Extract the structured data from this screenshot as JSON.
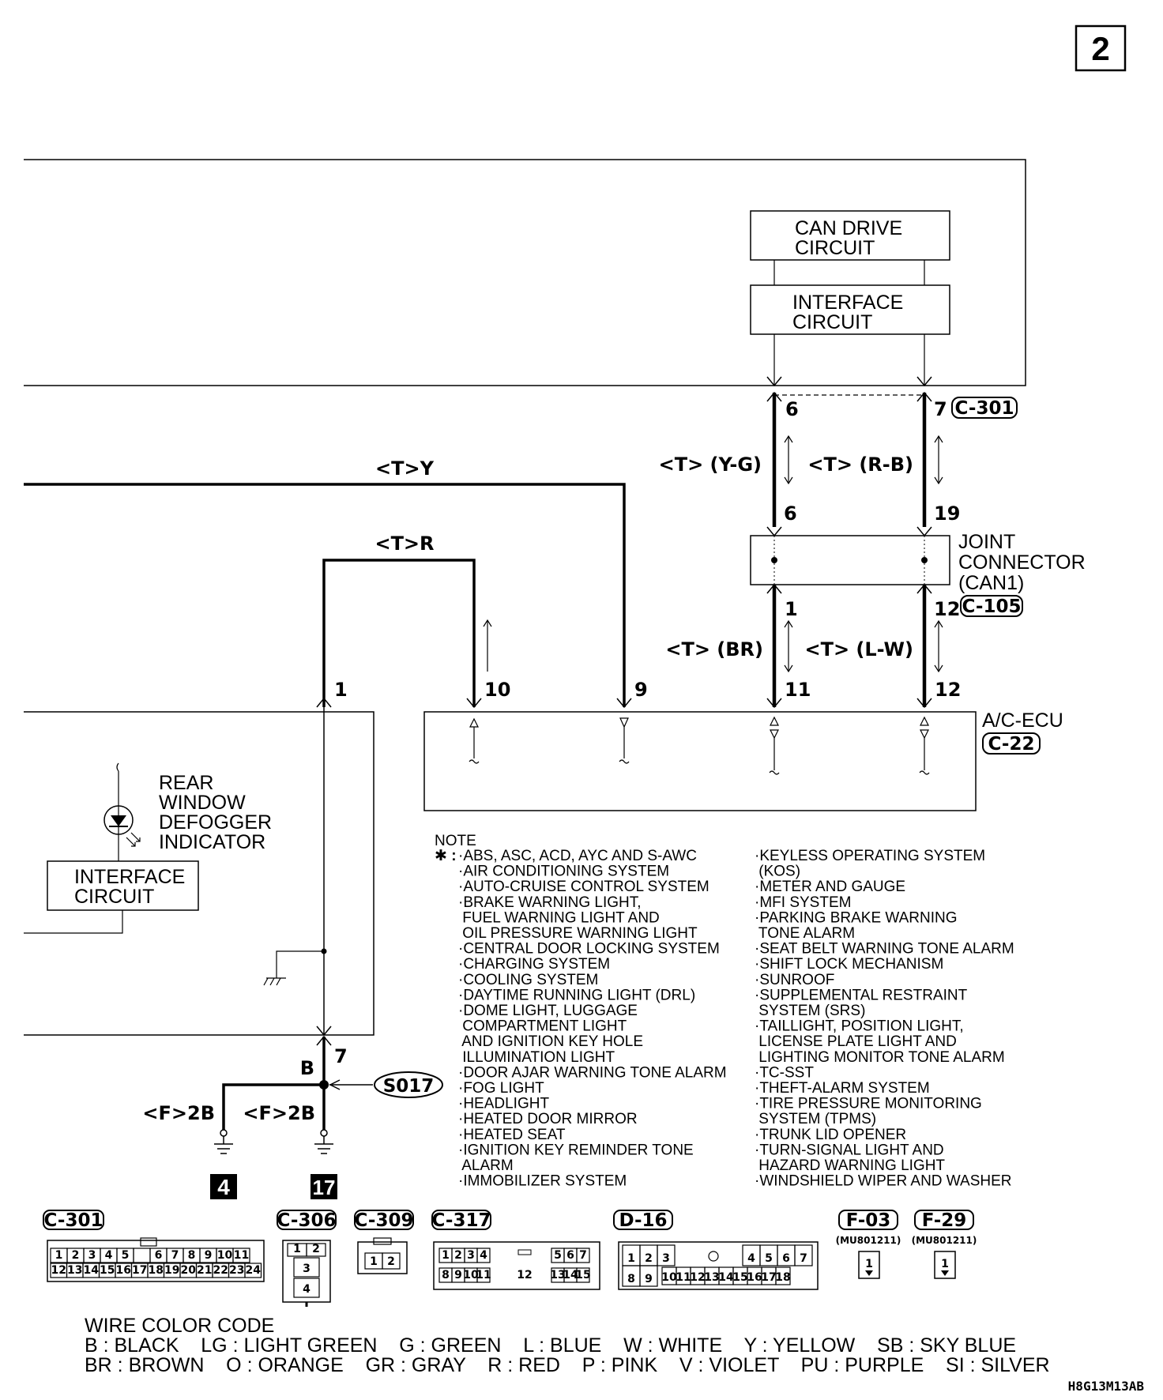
{
  "page_number": "2",
  "blocks": {
    "can_drive": [
      "CAN DRIVE",
      "CIRCUIT"
    ],
    "interface_top": [
      "INTERFACE",
      "CIRCUIT"
    ],
    "interface_left": [
      "INTERFACE",
      "CIRCUIT"
    ],
    "joint": [
      "JOINT",
      "CONNECTOR",
      "(CAN1)"
    ],
    "indicator": [
      "REAR",
      "WINDOW",
      "DEFOGGER",
      "INDICATOR"
    ],
    "acecu": "A/C-ECU"
  },
  "connectors": {
    "c301": "C-301",
    "c105": "C-105",
    "c22": "C-22",
    "splice": "S017"
  },
  "wires": {
    "y": "<T>Y",
    "r": "<T>R",
    "yg": "<T> (Y-G)",
    "rb": "<T> (R-B)",
    "br": "<T> (BR)",
    "lw": "<T> (L-W)",
    "f2b_left": "<F>2B",
    "f2b_right": "<F>2B",
    "b": "B"
  },
  "pins": {
    "p6a": "6",
    "p7a": "7",
    "p6b": "6",
    "p19": "19",
    "p1a": "1",
    "p12a": "12",
    "p1": "1",
    "p10": "10",
    "p9": "9",
    "p11": "11",
    "p12": "12",
    "p7": "7"
  },
  "grounds": {
    "g4": "4",
    "g17": "17"
  },
  "note": {
    "title": "NOTE",
    "star": "✱ :",
    "left": [
      "·ABS, ASC, ACD, AYC AND S-AWC",
      "·AIR CONDITIONING SYSTEM",
      "·AUTO-CRUISE CONTROL SYSTEM",
      "·BRAKE WARNING LIGHT,",
      " FUEL WARNING LIGHT AND",
      " OIL PRESSURE WARNING LIGHT",
      "·CENTRAL DOOR LOCKING SYSTEM",
      "·CHARGING SYSTEM",
      "·COOLING SYSTEM",
      "·DAYTIME RUNNING LIGHT (DRL)",
      "·DOME LIGHT, LUGGAGE",
      " COMPARTMENT LIGHT",
      " AND IGNITION KEY HOLE",
      " ILLUMINATION LIGHT",
      "·DOOR AJAR WARNING TONE ALARM",
      "·FOG LIGHT",
      "·HEADLIGHT",
      "·HEATED DOOR MIRROR",
      "·HEATED SEAT",
      "·IGNITION KEY REMINDER TONE",
      " ALARM",
      "·IMMOBILIZER SYSTEM"
    ],
    "right": [
      "·KEYLESS OPERATING SYSTEM",
      " (KOS)",
      "·METER AND GAUGE",
      "·MFI SYSTEM",
      "·PARKING BRAKE WARNING",
      " TONE ALARM",
      "·SEAT BELT WARNING TONE ALARM",
      "·SHIFT LOCK MECHANISM",
      "·SUNROOF",
      "·SUPPLEMENTAL RESTRAINT",
      " SYSTEM (SRS)",
      "·TAILLIGHT, POSITION LIGHT,",
      " LICENSE PLATE LIGHT AND",
      " LIGHTING MONITOR TONE ALARM",
      "·TC-SST",
      "·THEFT-ALARM SYSTEM",
      "·TIRE PRESSURE MONITORING",
      " SYSTEM (TPMS)",
      "·TRUNK LID OPENER",
      "·TURN-SIGNAL LIGHT AND",
      " HAZARD WARNING LIGHT",
      "·WINDSHIELD WIPER AND WASHER"
    ]
  },
  "connector_views": {
    "c301": {
      "label": "C-301",
      "row1": [
        "1",
        "2",
        "3",
        "4",
        "5",
        "",
        "6",
        "7",
        "8",
        "9",
        "10",
        "11"
      ],
      "row2": [
        "12",
        "13",
        "14",
        "15",
        "16",
        "17",
        "18",
        "19",
        "20",
        "21",
        "22",
        "23",
        "24"
      ]
    },
    "c306": {
      "label": "C-306",
      "cells": [
        "1",
        "2",
        "3",
        "4"
      ]
    },
    "c309": {
      "label": "C-309",
      "cells": [
        "1",
        "2"
      ]
    },
    "c317": {
      "label": "C-317",
      "row1": [
        "1",
        "2",
        "3",
        "4",
        "5",
        "6",
        "7"
      ],
      "center": "12",
      "row2": [
        "8",
        "9",
        "10",
        "11",
        "13",
        "14",
        "15"
      ]
    },
    "d16": {
      "label": "D-16",
      "row1": [
        "1",
        "2",
        "3",
        "4",
        "5",
        "6",
        "7"
      ],
      "row2": [
        "8",
        "9",
        "10",
        "11",
        "12",
        "13",
        "14",
        "15",
        "16",
        "17",
        "18"
      ]
    },
    "f03": {
      "label": "F-03",
      "part": "(MU801211)",
      "cell": "1"
    },
    "f29": {
      "label": "F-29",
      "part": "(MU801211)",
      "cell": "1"
    }
  },
  "wire_color_code": {
    "title": "WIRE COLOR CODE",
    "line1": "B : BLACK    LG : LIGHT GREEN    G : GREEN    L : BLUE    W : WHITE    Y : YELLOW    SB : SKY BLUE",
    "line2": "BR : BROWN    O : ORANGE    GR : GRAY    R : RED    P : PINK    V : VIOLET    PU : PURPLE    SI : SILVER"
  },
  "figure_code": "H8G13M13AB"
}
